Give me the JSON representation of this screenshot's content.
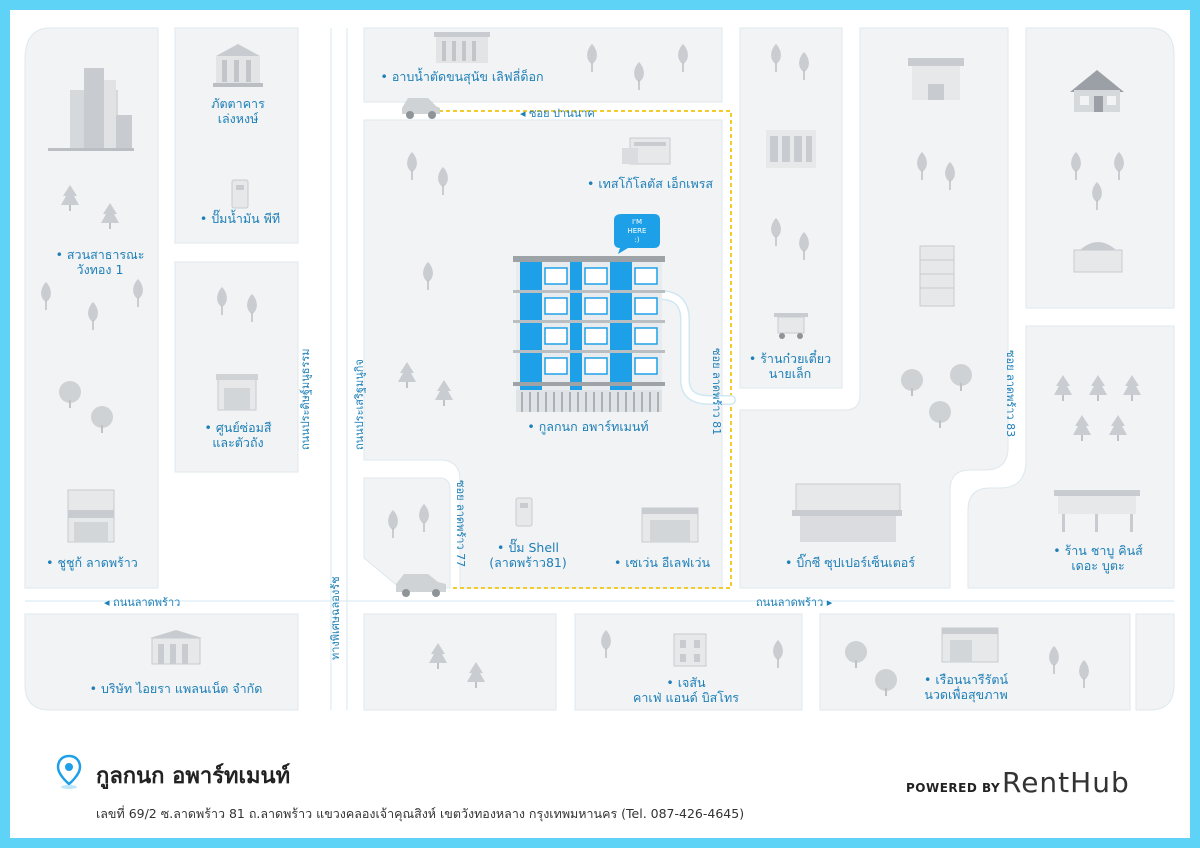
{
  "map": {
    "center_label": "กูลกนก อพาร์ทเมนท์",
    "here_badge": {
      "line1": "I'M",
      "line2": "HERE",
      "line3": ":)"
    },
    "places": [
      {
        "id": "bank",
        "label": "ภัตตาคาร\nเล่งหงษ์"
      },
      {
        "id": "gas-pt",
        "label": "ปั๊มน้ำมัน พีที"
      },
      {
        "id": "park",
        "label": "สวนสาธารณะ\nวังทอง 1"
      },
      {
        "id": "repair",
        "label": "ศูนย์ซ่อมสี\nและตัวถัง"
      },
      {
        "id": "shabu-left",
        "label": "ชูชูก้ ลาดพร้าว"
      },
      {
        "id": "dogspa",
        "label": "อาบน้ำตัดขนสุนัข เลิฟลี่ด็อก"
      },
      {
        "id": "tesco",
        "label": "เทสโก้โลตัส เอ็กเพรส"
      },
      {
        "id": "noodle",
        "label": "ร้านก๋วยเตี๋ยว\nนายเล็ก"
      },
      {
        "id": "shell",
        "label": "ปั๊ม Shell\n(ลาดพร้าว81)"
      },
      {
        "id": "seven",
        "label": "เซเว่น อีเลฟเว่น"
      },
      {
        "id": "bigc",
        "label": "บิ๊กซี ซุปเปอร์เซ็นเตอร์"
      },
      {
        "id": "shabu-right",
        "label": "ร้าน ชาบู คินส์\nเดอะ บูตะ"
      },
      {
        "id": "company",
        "label": "บริษัท ไอยรา แพลนเน็ต จำกัด"
      },
      {
        "id": "cafe",
        "label": "เจสัน\nคาเฟ่ แอนด์ บิสโทร"
      },
      {
        "id": "massage",
        "label": "เรือนนารีรัตน์\nนวดเพื่อสุขภาพ"
      }
    ],
    "streets": {
      "soi_top": "ซอย ปานนาค",
      "lat_left": "ถนนลาดพร้าว",
      "lat_right": "ถนนลาดพร้าว",
      "soi81": "ซอย ลาดพร้าว 81",
      "soi77": "ซอย ลาดพร้าว 77",
      "soi83": "ซอย ลาดพร้าว 83",
      "prasert": "ถนนประเสริฐมนูกิจ",
      "kanchana": "ทางพิเศษฉลองรัช",
      "ramindra": "ถนนประดิษฐ์มนูธรรม"
    }
  },
  "footer": {
    "title": "กูลกนก อพาร์ทเมนท์",
    "address": "เลขที่ 69/2 ซ.ลาดพร้าว 81 ถ.ลาดพร้าว แขวงคลองเจ้าคุณสิงห์ เขตวังทองหลาง กรุงเทพมหานคร (Tel. 087-426-4645)",
    "powered_by": "POWERED BY",
    "brand": "RentHub"
  },
  "colors": {
    "frame": "#5fd3f5",
    "block": "#f2f3f4",
    "road_line": "#cfe8f3",
    "label": "#1c7fb8",
    "route": "#f2cc2a",
    "building_blue": "#1ea0e8"
  }
}
